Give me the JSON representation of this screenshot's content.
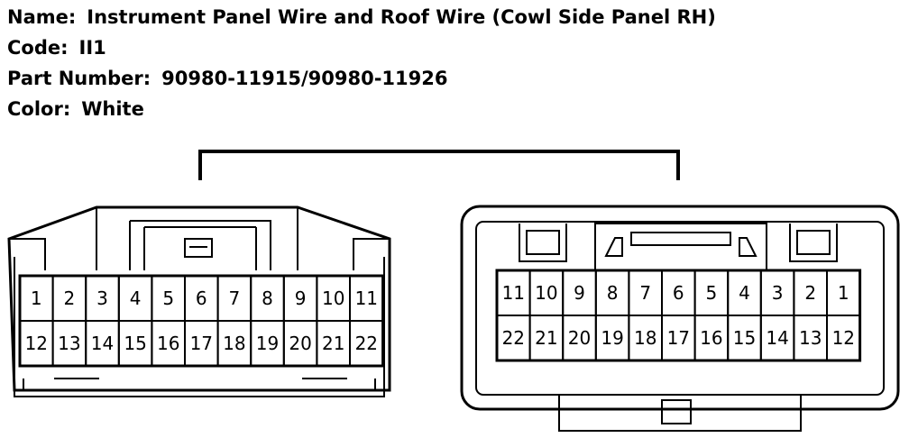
{
  "info": {
    "name_label": "Name:",
    "name_value": "Instrument Panel Wire and Roof Wire (Cowl Side Panel RH)",
    "code_label": "Code:",
    "code_value": "II1",
    "part_label": "Part Number:",
    "part_value": "90980-11915/90980-11926",
    "color_label": "Color:",
    "color_value": "White"
  },
  "connectors": {
    "left": {
      "top_row": [
        "1",
        "2",
        "3",
        "4",
        "5",
        "6",
        "7",
        "8",
        "9",
        "10",
        "11"
      ],
      "bottom_row": [
        "12",
        "13",
        "14",
        "15",
        "16",
        "17",
        "18",
        "19",
        "20",
        "21",
        "22"
      ]
    },
    "right": {
      "top_row": [
        "11",
        "10",
        "9",
        "8",
        "7",
        "6",
        "5",
        "4",
        "3",
        "2",
        "1"
      ],
      "bottom_row": [
        "22",
        "21",
        "20",
        "19",
        "18",
        "17",
        "16",
        "15",
        "14",
        "13",
        "12"
      ]
    }
  }
}
